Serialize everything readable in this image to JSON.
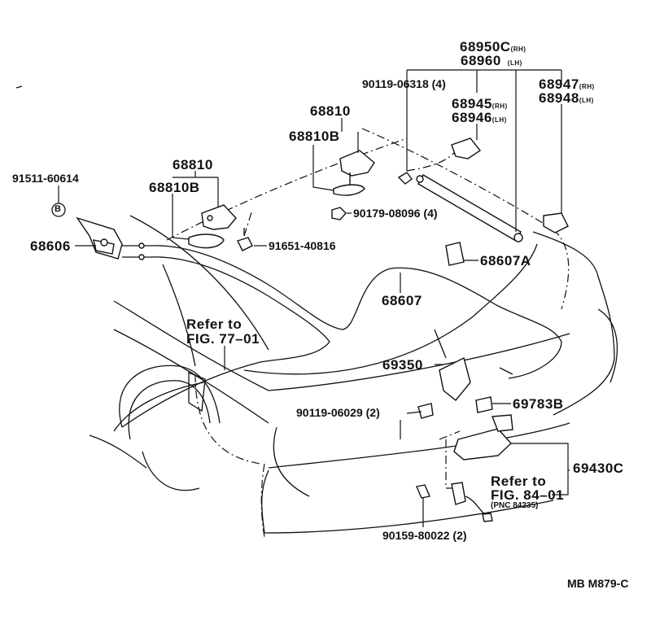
{
  "labels": {
    "p68950c": "68950C",
    "p68950c_suffix": "(RH)",
    "p68960": "68960",
    "p68960_suffix": "(LH)",
    "p90119_06318": "90119-06318 (4)",
    "p68945": "68945",
    "p68945_suffix": "(RH)",
    "p68946": "68946",
    "p68946_suffix": "(LH)",
    "p68947": "68947",
    "p68947_suffix": "(RH)",
    "p68948": "68948",
    "p68948_suffix": "(LH)",
    "p68810_center": "68810",
    "p68810b_center": "68810B",
    "p68810_left": "68810",
    "p68810b_left": "68810B",
    "p91511_60614": "91511-60614",
    "b_marker": "B",
    "p68606": "68606",
    "p90179_08096": "90179-08096 (4)",
    "p91651_40816": "91651-40816",
    "p68607a": "68607A",
    "p68607": "68607",
    "refer_to_1": "Refer to",
    "fig_77_01": "FIG. 77–01",
    "p69350": "69350",
    "p69783b": "69783B",
    "p90119_06029": "90119-06029 (2)",
    "p69430c": "69430C",
    "refer_to_2": "Refer to",
    "fig_84_01": "FIG. 84–01",
    "pnc_84235": "(PNC 84235)",
    "p90159_80022": "90159-80022 (2)",
    "drawing_id": "MB M879-C"
  }
}
